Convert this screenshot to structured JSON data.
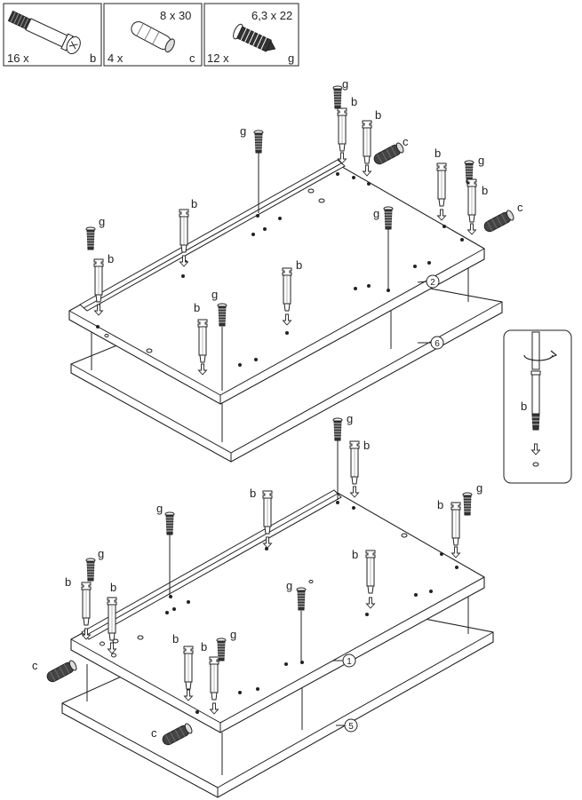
{
  "parts": [
    {
      "letter": "b",
      "quantity": "16 x",
      "size": ""
    },
    {
      "letter": "c",
      "quantity": "4 x",
      "size": "8 x 30"
    },
    {
      "letter": "g",
      "quantity": "12 x",
      "size": "6,3 x 22"
    }
  ],
  "panels": {
    "p1": "1",
    "p2": "2",
    "p5": "5",
    "p6": "6"
  },
  "labels": {
    "b": "b",
    "c": "c",
    "g": "g"
  },
  "inset": {
    "bolt_label": "b"
  },
  "colors": {
    "line": "#222222",
    "fill": "#ffffff",
    "screw": "#333333"
  }
}
